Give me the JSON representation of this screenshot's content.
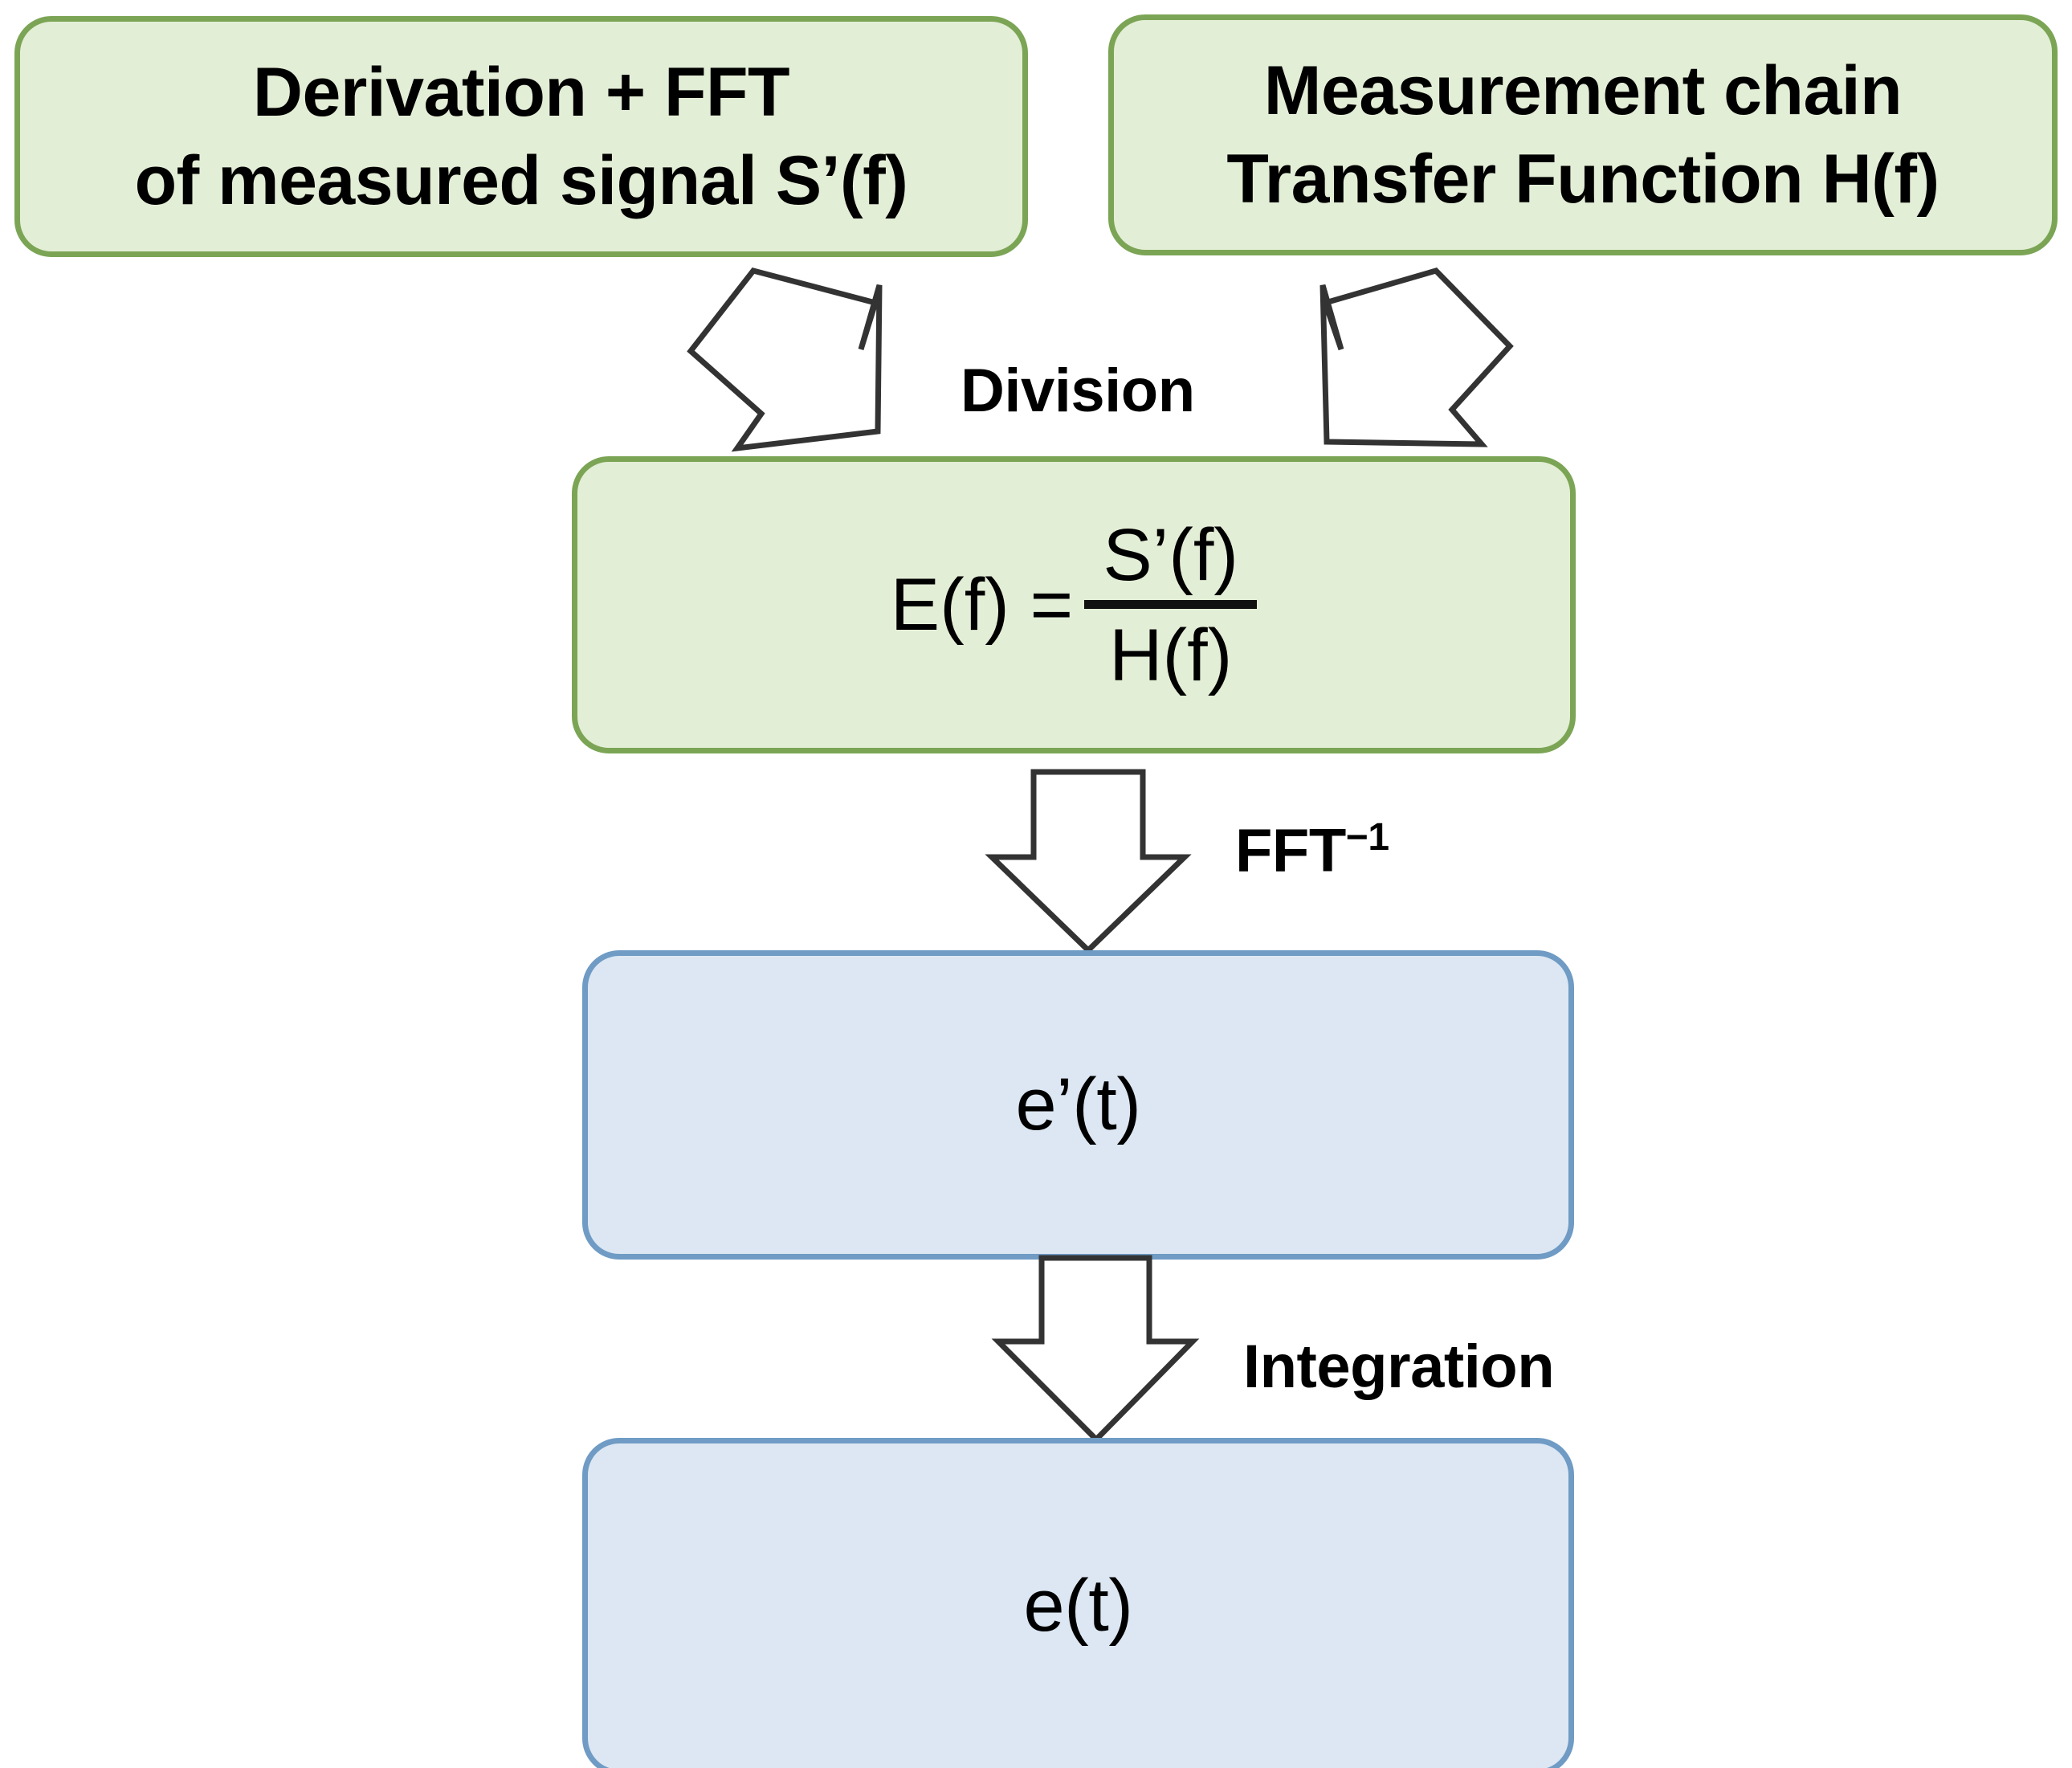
{
  "diagram": {
    "title": "Signal deconvolution processing chain",
    "colors": {
      "green_fill": "#e3eed6",
      "green_border": "#7ba555",
      "blue_fill": "#dce7f3",
      "blue_border": "#6f9bc4",
      "arrow_stroke": "#333333",
      "text": "#000000",
      "background": "#ffffff"
    },
    "nodes": [
      {
        "id": "derivation-fft",
        "label": "Derivation +  FFT\nof measured signal S’(f)",
        "style": "green"
      },
      {
        "id": "measurement-chain",
        "label": "Measurement chain\nTransfer  Function H(f)",
        "style": "green"
      },
      {
        "id": "division-formula",
        "label": "E(f) = S’(f) / H(f)",
        "style": "green",
        "formula": {
          "lhs": "E(f) =",
          "numerator": "S’(f)",
          "denominator": "H(f)"
        }
      },
      {
        "id": "e-prime-t",
        "label": "e’(t)",
        "style": "blue"
      },
      {
        "id": "e-t",
        "label": "e(t)",
        "style": "blue"
      }
    ],
    "edges": [
      {
        "id": "to-division-left",
        "from": "derivation-fft",
        "to": "division-formula",
        "label": "Division",
        "arrow": "diagonal-down-right"
      },
      {
        "id": "to-division-right",
        "from": "measurement-chain",
        "to": "division-formula",
        "label": "Division",
        "arrow": "diagonal-down-left"
      },
      {
        "id": "to-e-prime",
        "from": "division-formula",
        "to": "e-prime-t",
        "label": "FFT",
        "label_superscript": "−1",
        "arrow": "down"
      },
      {
        "id": "to-e",
        "from": "e-prime-t",
        "to": "e-t",
        "label": "Integration",
        "arrow": "down"
      }
    ],
    "labels": {
      "division": "Division",
      "ffti_base": "FFT",
      "ffti_exponent": "−1",
      "integration": "Integration"
    }
  }
}
